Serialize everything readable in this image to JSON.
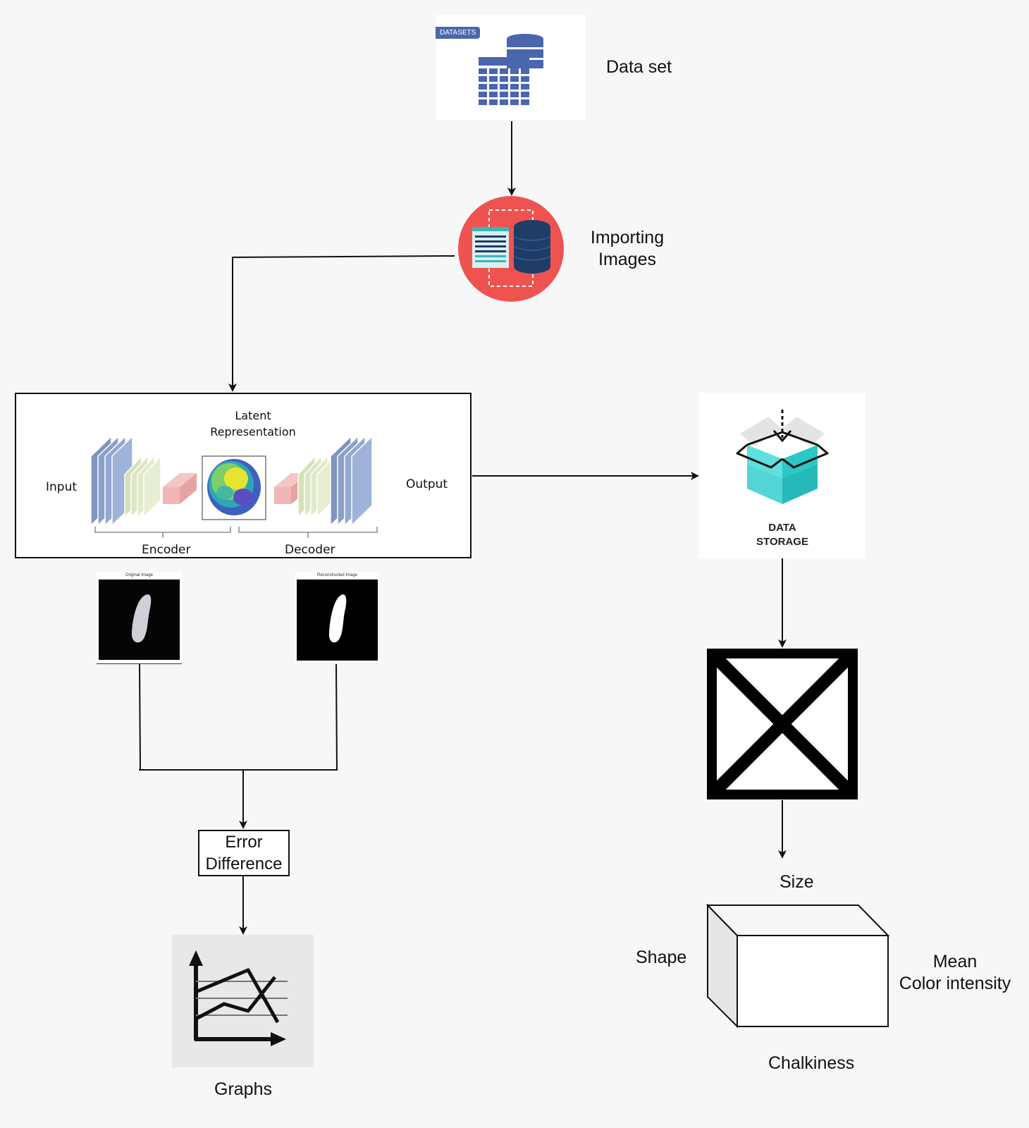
{
  "dataset": {
    "badge": "DATASETS",
    "label": "Data set"
  },
  "importing": {
    "label_line1": "Importing",
    "label_line2": "Images"
  },
  "autoencoder": {
    "latent_line1": "Latent",
    "latent_line2": "Representation",
    "input": "Input",
    "output": "Output",
    "encoder": "Encoder",
    "decoder": "Decoder"
  },
  "images": {
    "original_caption": "Original Image",
    "reconstructed_caption": "Reconstructed Image"
  },
  "error": {
    "line1": "Error",
    "line2": "Difference"
  },
  "graphs": {
    "label": "Graphs"
  },
  "storage": {
    "line1": "DATA",
    "line2": "STORAGE"
  },
  "features": {
    "size": "Size",
    "shape": "Shape",
    "mean_line1": "Mean",
    "mean_line2": "Color intensity",
    "chalkiness": "Chalkiness"
  },
  "colors": {
    "import_circle": "#ef5350",
    "db_navy": "#1f3d66",
    "dataset_blue": "#4a66ad",
    "storage_teal": "#2cc7c7"
  }
}
